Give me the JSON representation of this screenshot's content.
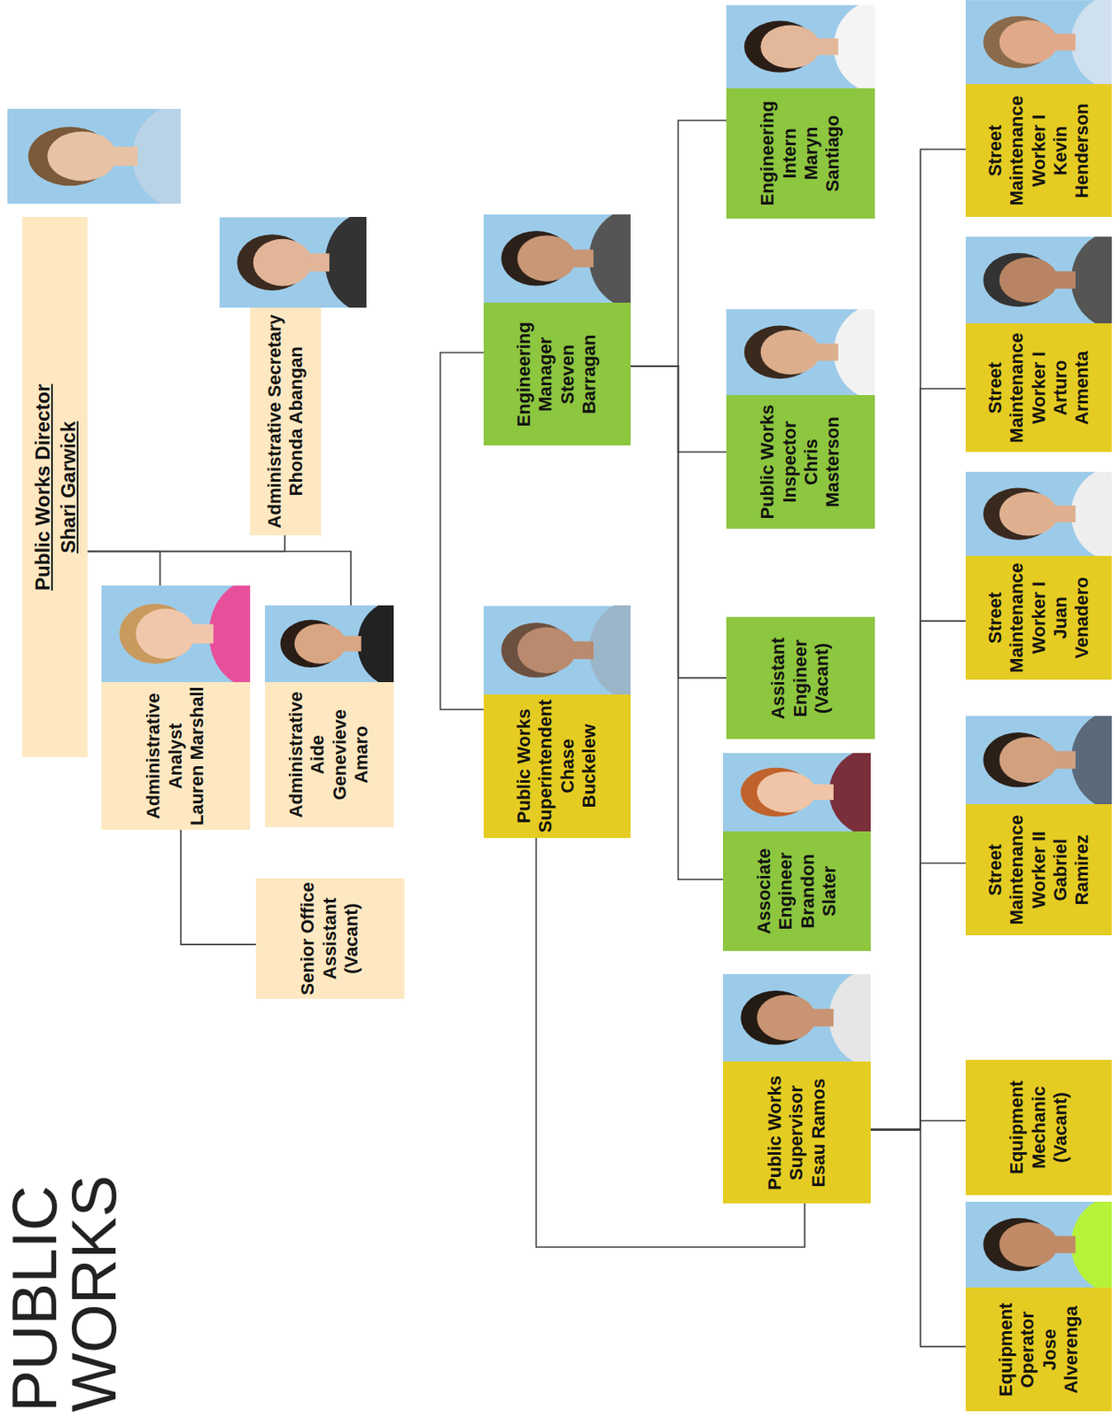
{
  "diagram": {
    "title": "PUBLIC WORKS",
    "nodes": [
      {
        "text": [
          "Public Works Director",
          "Shari Garwick"
        ]
      },
      {
        "text": [
          "Administrative Analyst",
          "Lauren Marshall"
        ]
      },
      {
        "text": [
          "Administrative Aide",
          "Genevieve Amaro"
        ]
      },
      {
        "text": [
          "Administrative Secretary",
          "Rhonda Abangan"
        ]
      },
      {
        "text": [
          "Senior Office Assistant (Vacant)"
        ]
      },
      {
        "text": [
          "Public Works Superintendent",
          "Chase Buckelew"
        ]
      },
      {
        "text": [
          "Engineering Manager",
          "Steven Barragan"
        ]
      },
      {
        "text": [
          "Public Works Supervisor",
          "Esau Ramos"
        ]
      },
      {
        "text": [
          "Associate Engineer",
          "Brandon Slater"
        ]
      },
      {
        "text": [
          "Assistant Engineer (Vacant)"
        ]
      },
      {
        "text": [
          "Public Works Inspector",
          "Chris Masterson"
        ]
      },
      {
        "text": [
          "Engineering Intern",
          "Maryn Santiago"
        ]
      },
      {
        "text": [
          "Equipment Operator",
          "Jose Alverenga"
        ]
      },
      {
        "text": [
          "Equipment Mechanic (Vacant)"
        ]
      },
      {
        "text": [
          "Street Maintenance Worker II",
          "Gabriel Ramirez"
        ]
      },
      {
        "text": [
          "Street Maintenance Worker I",
          "Juan Venadero"
        ]
      },
      {
        "text": [
          "Street Maintenance Worker I",
          "Arturo Armenta"
        ]
      },
      {
        "text": [
          "Street Maintenance Worker I",
          "Kevin Henderson"
        ]
      }
    ],
    "edges": [
      {
        "from": 0,
        "to": 1,
        "arrow": "none"
      },
      {
        "from": 0,
        "to": 2,
        "arrow": "none"
      },
      {
        "from": 0,
        "to": 3,
        "arrow": "none"
      },
      {
        "from": 1,
        "to": 4,
        "arrow": "none"
      },
      {
        "from": 6,
        "to": 5,
        "arrow": "none"
      },
      {
        "from": 5,
        "to": 7,
        "arrow": "none"
      },
      {
        "from": 6,
        "to": 11,
        "arrow": "none"
      },
      {
        "from": 6,
        "to": 10,
        "arrow": "none"
      },
      {
        "from": 6,
        "to": 9,
        "arrow": "none"
      },
      {
        "from": 6,
        "to": 8,
        "arrow": "none"
      },
      {
        "from": 7,
        "to": 12,
        "arrow": "none"
      },
      {
        "from": 7,
        "to": 13,
        "arrow": "none"
      },
      {
        "from": 7,
        "to": 14,
        "arrow": "none"
      },
      {
        "from": 7,
        "to": 15,
        "arrow": "none"
      },
      {
        "from": 7,
        "to": 16,
        "arrow": "none"
      },
      {
        "from": 7,
        "to": 17,
        "arrow": "none"
      }
    ]
  }
}
